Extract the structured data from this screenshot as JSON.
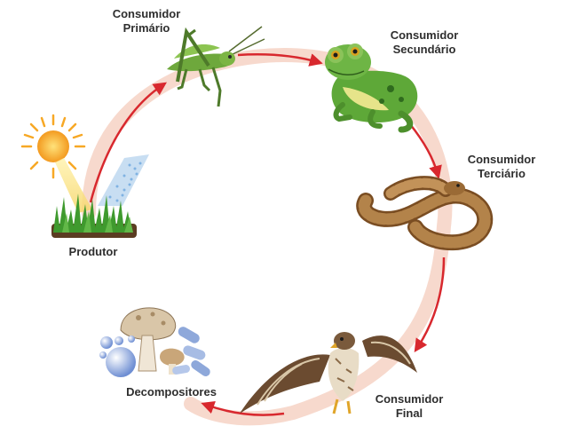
{
  "labels": {
    "primary": "Consumidor\nPrimário",
    "secondary": "Consumidor\nSecundário",
    "tertiary": "Consumidor\nTerciário",
    "final": "Consumidor\nFinal",
    "producer": "Produtor",
    "decomposers": "Decompositores"
  },
  "organisms": [
    "sun-icon",
    "grass-icon",
    "grasshopper-icon",
    "frog-icon",
    "snake-icon",
    "hawk-icon",
    "mushroom-icon",
    "bacteria-icon"
  ],
  "colors": {
    "cycle_ring": "#f6d2c4",
    "arrow": "#d8282e",
    "sun": "#f7b733",
    "grass": "#3f9a2e",
    "grasshopper": "#6ea83c",
    "frog": "#5ea838",
    "snake": "#9c6b33",
    "hawk": "#7a5a3c",
    "mushroom": "#d9c6a8",
    "bacteria": "#8ea8da"
  }
}
